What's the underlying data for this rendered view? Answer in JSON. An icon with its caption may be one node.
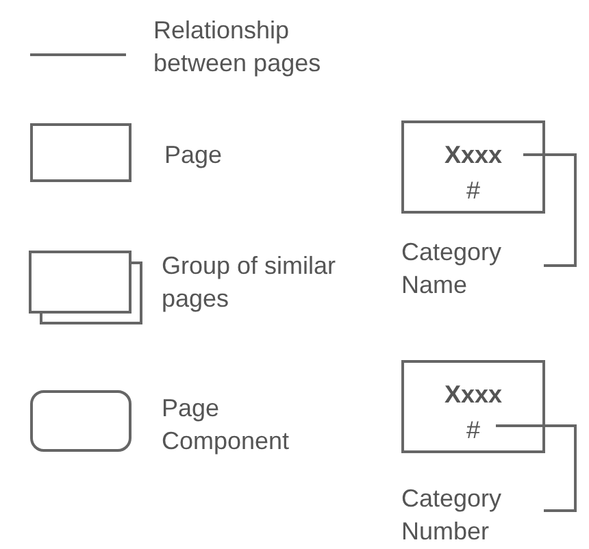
{
  "diagram": {
    "nodes": [
      {
        "text": [
          "Xxxx",
          "#"
        ]
      },
      {
        "text": [
          "Category Name"
        ]
      },
      {
        "text": [
          "Xxxx",
          "#"
        ]
      },
      {
        "text": [
          "Category Number"
        ]
      }
    ],
    "edges": [
      {
        "from": 1,
        "to": 0,
        "arrow": "none"
      },
      {
        "from": 3,
        "to": 2,
        "arrow": "none"
      }
    ],
    "legend": [
      {
        "text": "Relationship between pages"
      },
      {
        "text": "Page"
      },
      {
        "text": "Group of similar pages"
      },
      {
        "text": "Page Component"
      }
    ]
  }
}
